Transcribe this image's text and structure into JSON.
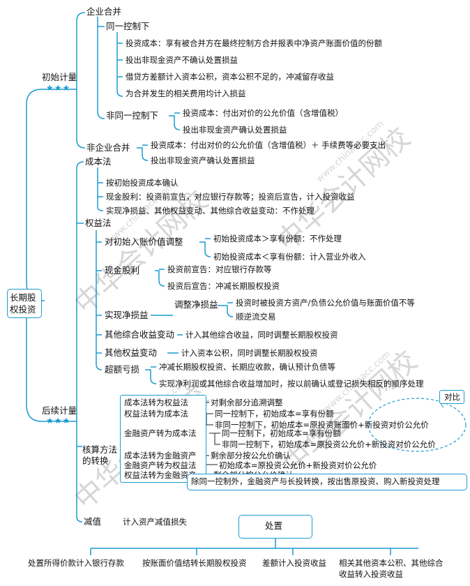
{
  "root": "长期股权投资",
  "stars": "★★★",
  "initial": {
    "label": "初始计量",
    "merge": "企业合并",
    "same": "同一控制下",
    "same_items": [
      "投资成本：享有被合并方在最终控制方合并报表中净资产账面价值的份额",
      "投出非现金资产不确认处置损益",
      "借贷方差额计入资本公积，资本公积不足的，冲减留存收益",
      "为合并发生的相关费用均计入损益"
    ],
    "diff": "非同一控制下",
    "diff_items": [
      "投资成本：付出对价的公允价值（含增值税）",
      "投出非现金资产确认处置损益"
    ],
    "nonmerge": "非企业合并",
    "nonmerge_items": [
      "投资成本：付出对价的公允价值（含增值税）＋ 手续费等必要支出",
      "投出非现金资产确认处置损益"
    ]
  },
  "subsequent": {
    "label": "后续计量",
    "cost": "成本法",
    "cost_items": [
      "按初始投资成本确认",
      "现金股利：投资前宣告，对应银行存款等；投资后宣告，计入投资收益",
      "实现净损益、其他权益变动、其他综合收益变动：不作处理"
    ],
    "equity": "权益法",
    "adjust": "对初始入账价值调整",
    "adjust_items": [
      "初始投资成本＞享有份额：不作处理",
      "初始投资成本＜享有份额：计入营业外收入"
    ],
    "cash": "现金股利",
    "cash_items": [
      "投资前宣告：对应银行存款等",
      "投资后宣告：冲减长期股权投资"
    ],
    "netpl": "实现净损益",
    "netpl_sub": "调整净损益",
    "netpl_items": [
      "投资时被投资方资产/负债公允价值与账面价值不等",
      "顺逆流交易"
    ],
    "oci": "其他综合收益变动",
    "oci_item": "计入其他综合收益，同时调整长期股权投资",
    "oeq": "其他权益变动",
    "oeq_item": "计入资本公积，同时调整长期股权投资",
    "excess": "超额亏损",
    "excess_items": [
      "冲减长期股权投资、长期应收款，确认预计负债等",
      "实现净利润或其他综合收益增加时，按以前确认或登记损失相反的顺序处理"
    ],
    "convert_l1": "核算方法",
    "convert_l2": "的转换",
    "conv_left": [
      "成本法转为权益法",
      "权益法转为成本法",
      "金融资产转为成本法",
      "成本法转为金融资产",
      "金融资产转为权益法",
      "权益法转为金融资产"
    ],
    "conv_right": [
      "对剩余部分追溯调整",
      "同一控制下，初始成本=享有份额",
      "非同一控制下，初始成本=原投资账面价+新投资对价公允价",
      "同一控制下，初始成本=享有份额",
      "非同一控制下，初始成本=原投资公允价+新投资对价公允价",
      "剩余部分按公允价确认",
      "初始成本=原投资公允价+新投资对价公允价",
      "剩余部分按公允价确认"
    ],
    "compare": "对比",
    "conv_note": "除同一控制外，金融资产与长投转换，按出售原投资、购入新投资处理",
    "impair": "减值",
    "impair_item": "计入资产减值损失"
  },
  "disposal": {
    "label": "处置",
    "items": [
      "处置所得价款计入银行存款",
      "按账面价值结转长期股权投资",
      "差额计入投资收益",
      "相关其他资本公积、其他综合",
      "收益转入投资收益"
    ]
  },
  "watermark": {
    "cn": "中华会计网校",
    "url": "www.chinaacc.com"
  }
}
